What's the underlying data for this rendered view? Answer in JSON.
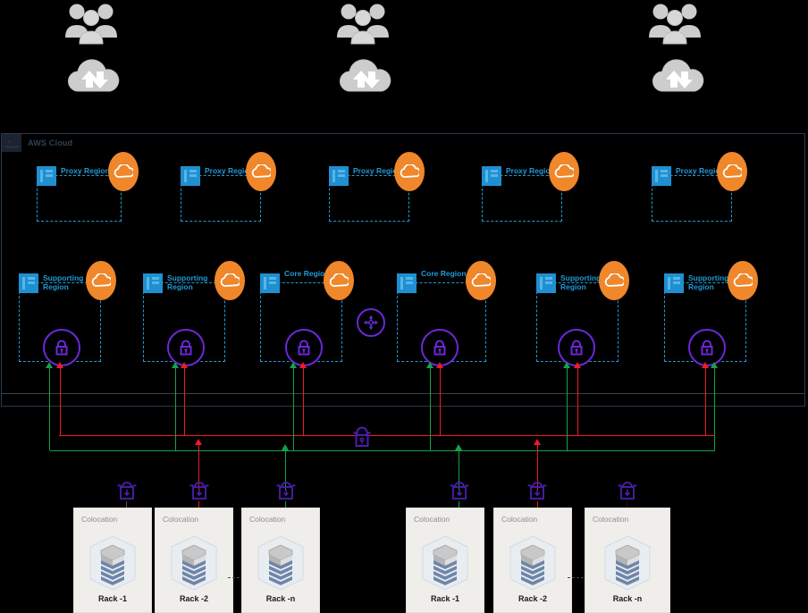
{
  "diagram": {
    "title": "AWS Cloud",
    "cloud_container_label": "AWS Cloud"
  },
  "actors": [
    {
      "id": "users-left",
      "users_icon": "users-group-icon",
      "cloud_icon": "cloud-traffic-icon"
    },
    {
      "id": "users-center",
      "users_icon": "users-group-icon",
      "cloud_icon": "cloud-traffic-icon"
    },
    {
      "id": "users-right",
      "users_icon": "users-group-icon",
      "cloud_icon": "cloud-traffic-icon"
    }
  ],
  "proxy_regions": [
    {
      "label": "Proxy Region",
      "icon": "region-cloud-icon"
    },
    {
      "label": "Proxy Region",
      "icon": "region-cloud-icon"
    },
    {
      "label": "Proxy Region",
      "icon": "region-cloud-icon"
    },
    {
      "label": "Proxy Region",
      "icon": "region-cloud-icon"
    },
    {
      "label": "Proxy Region",
      "icon": "region-cloud-icon"
    }
  ],
  "core_regions": [
    {
      "label": "Supporting Region",
      "icon": "region-cloud-icon",
      "vpn_icon": "lock-icon"
    },
    {
      "label": "Supporting Region",
      "icon": "region-cloud-icon",
      "vpn_icon": "lock-icon"
    },
    {
      "label": "Core Region",
      "icon": "region-cloud-icon",
      "vpn_icon": "lock-icon"
    },
    {
      "label": "Core Region",
      "icon": "region-cloud-icon",
      "vpn_icon": "lock-icon"
    },
    {
      "label": "Supporting Region",
      "icon": "region-cloud-icon",
      "vpn_icon": "lock-icon"
    },
    {
      "label": "Supporting Region",
      "icon": "region-cloud-icon",
      "vpn_icon": "lock-icon"
    }
  ],
  "transit_gateway": {
    "icon": "transit-gateway-icon"
  },
  "backbone_vpn": {
    "icon": "vpn-lock-icon"
  },
  "direct_connect_gateways": [
    {
      "icon": "direct-connect-icon"
    },
    {
      "icon": "direct-connect-icon"
    },
    {
      "icon": "direct-connect-icon"
    },
    {
      "icon": "direct-connect-icon"
    },
    {
      "icon": "direct-connect-icon"
    },
    {
      "icon": "direct-connect-icon"
    }
  ],
  "colocations": [
    {
      "label": "Colocation",
      "rack": "Rack -1",
      "icon": "server-rack-icon"
    },
    {
      "label": "Colocation",
      "rack": "Rack -2",
      "icon": "server-rack-icon"
    },
    {
      "label": "Colocation",
      "rack": "Rack -n",
      "icon": "server-rack-icon"
    },
    {
      "label": "Colocation",
      "rack": "Rack -1",
      "icon": "server-rack-icon"
    },
    {
      "label": "Colocation",
      "rack": "Rack -2",
      "icon": "server-rack-icon"
    },
    {
      "label": "Colocation",
      "rack": "Rack -n",
      "icon": "server-rack-icon"
    }
  ],
  "colors": {
    "aws_orange": "#f0872b",
    "region_blue": "#1f9bd6",
    "purple": "#6b28d9",
    "link_green": "#12a34a",
    "link_red": "#ed1c24",
    "colocation_bg": "#f0eeea",
    "background": "#000000"
  }
}
